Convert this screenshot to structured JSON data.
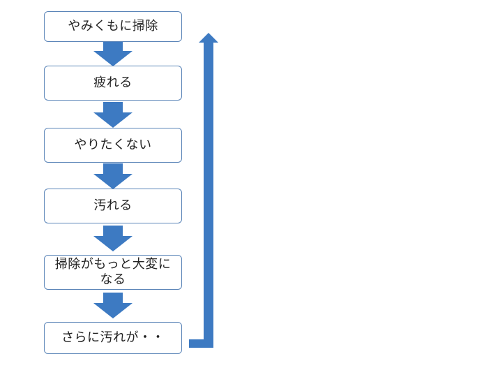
{
  "colors": {
    "arrow_fill": "#3d7ac2",
    "box_border": "#5b85b8",
    "text": "#222222",
    "background": "#ffffff"
  },
  "steps": [
    {
      "label": "やみくもに掃除"
    },
    {
      "label": "疲れる"
    },
    {
      "label": "やりたくない"
    },
    {
      "label": "汚れる"
    },
    {
      "label": "掃除がもっと大変になる"
    },
    {
      "label": "さらに汚れが・・"
    }
  ],
  "arrows": {
    "down_count": 5,
    "loop_back": "feedback-to-first-step"
  }
}
